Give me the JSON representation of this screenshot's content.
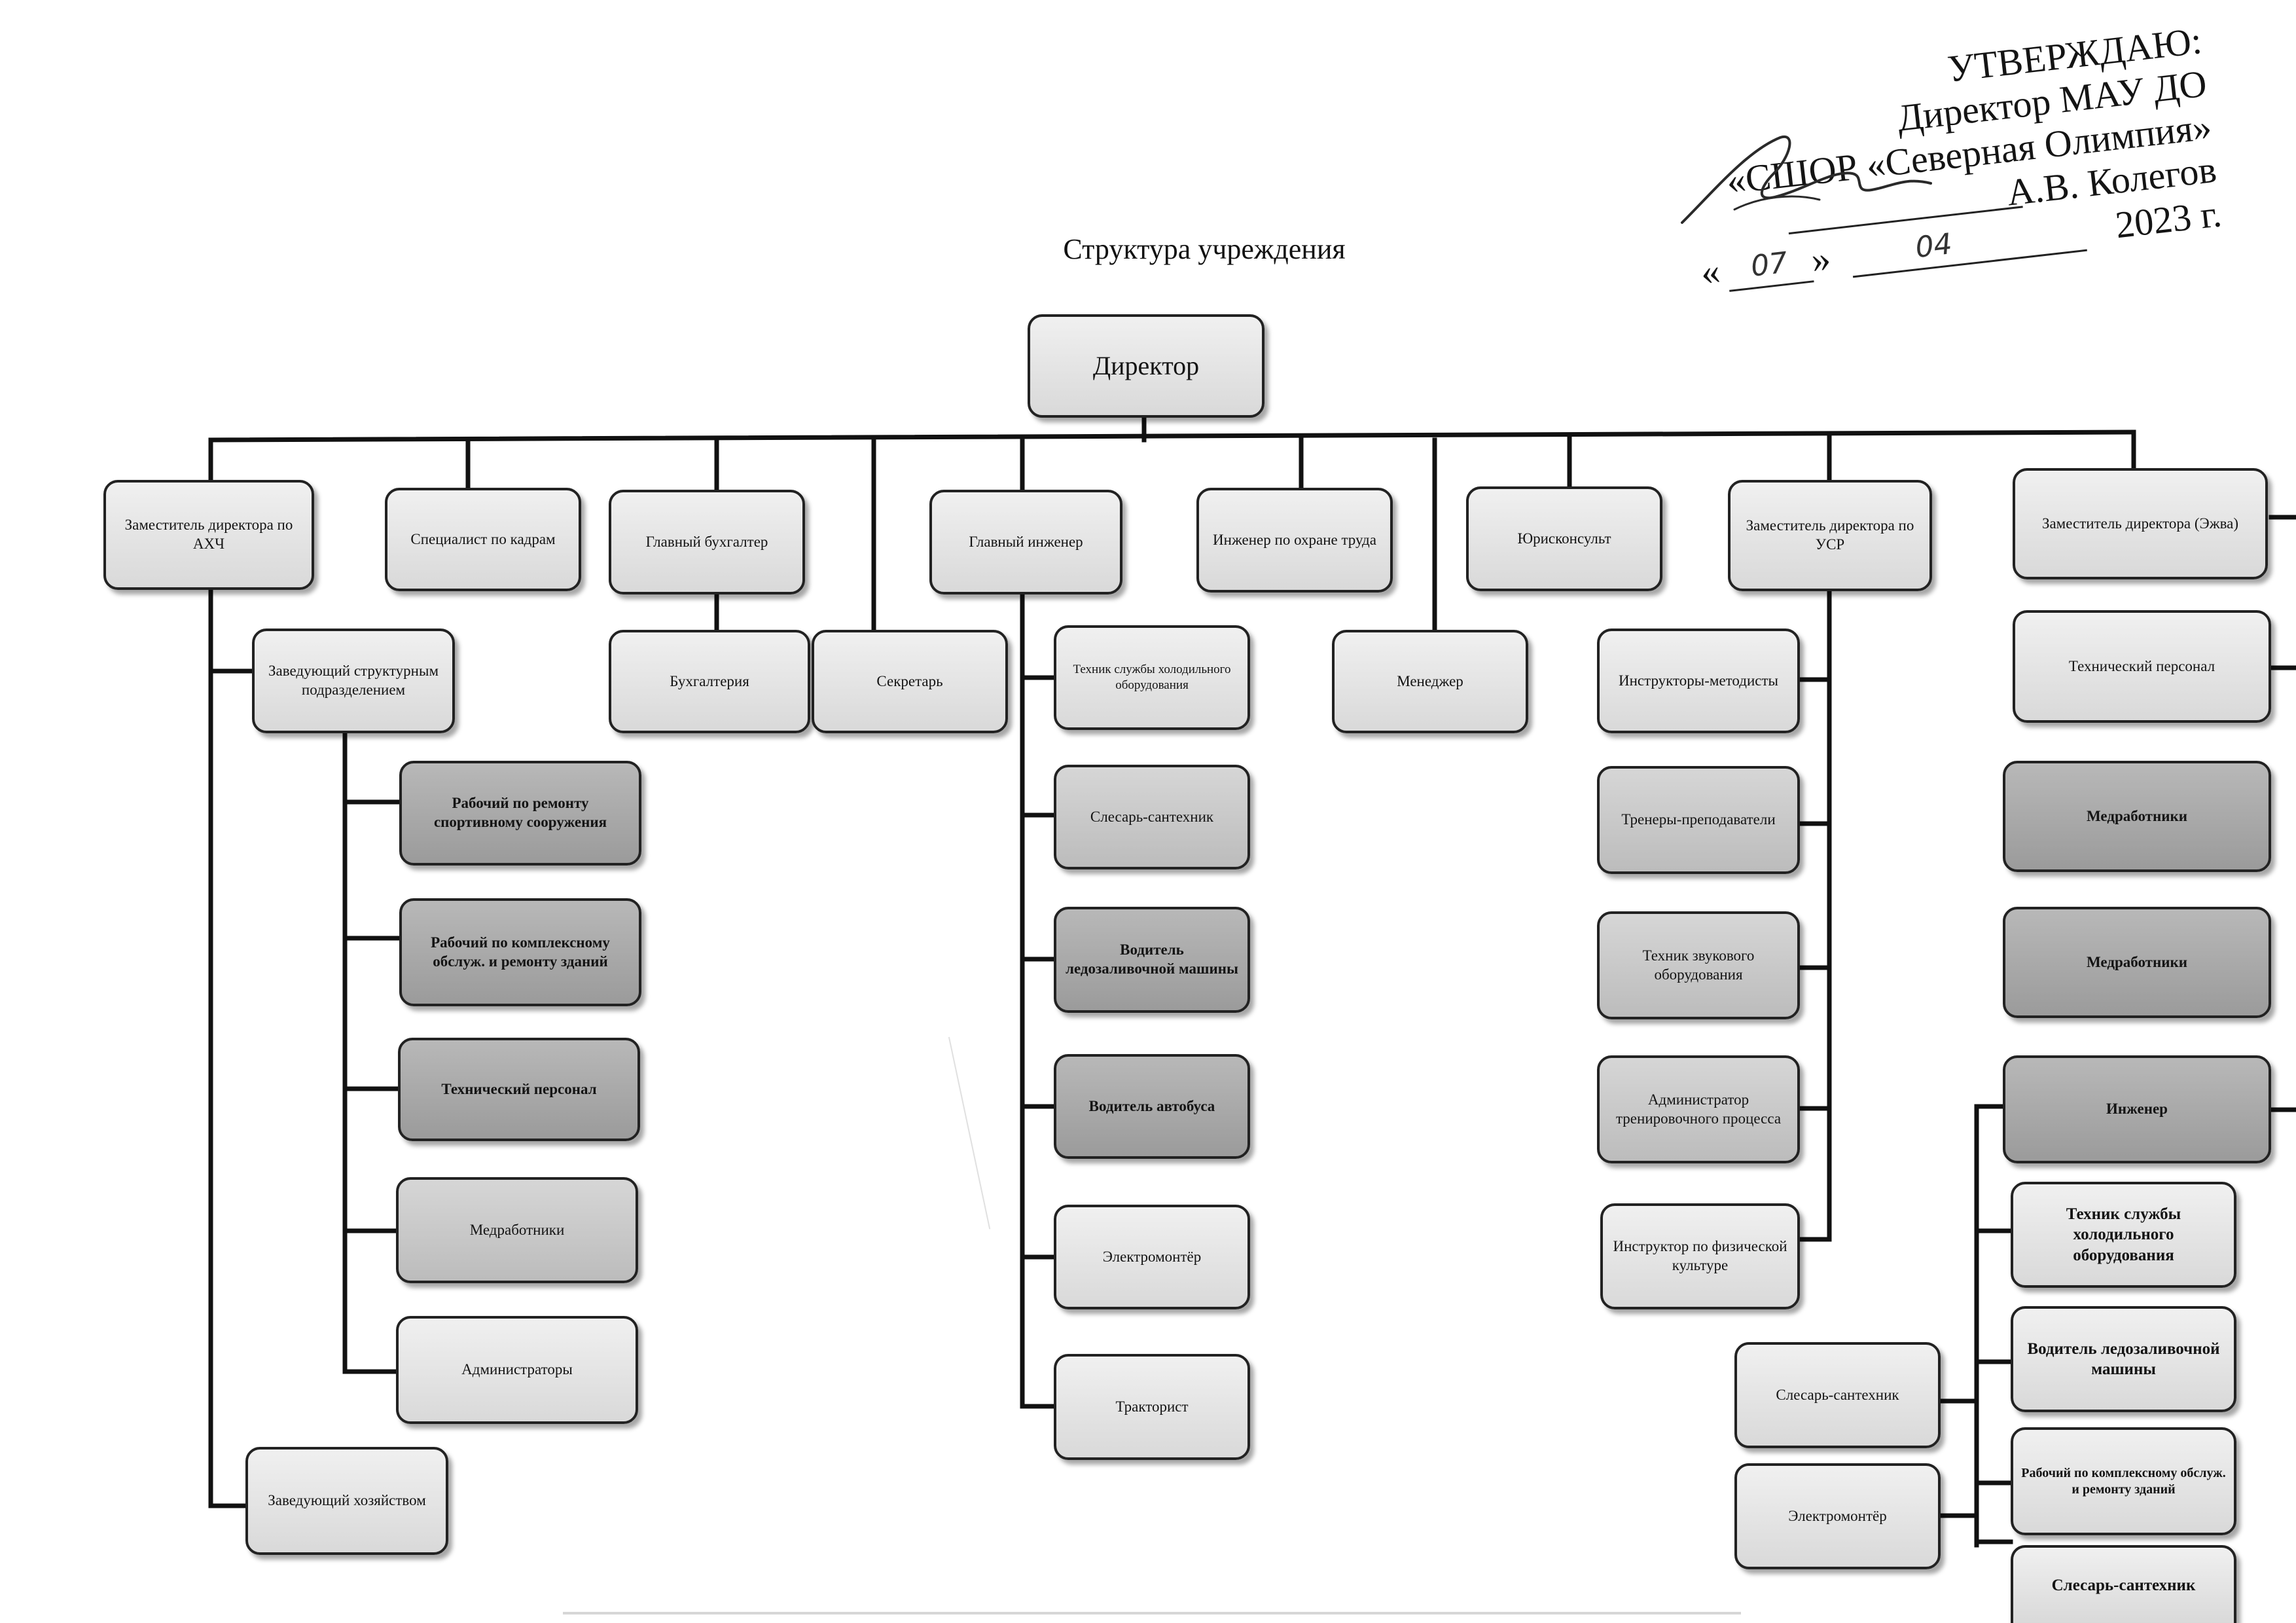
{
  "approval": {
    "title": "УТВЕРЖДАЮ:",
    "position": "Директор МАУ ДО",
    "organization": "«СШОР «Северная Олимпия»",
    "signer": "А.В. Колегов",
    "date_open_quote": "«",
    "date_day": "07",
    "date_close_quote": "»",
    "date_month": "04",
    "date_year": "2023 г."
  },
  "document": {
    "title": "Структура учреждения"
  },
  "chart": {
    "director": "Директор",
    "deputy_ahch": "Заместитель директора по АХЧ",
    "hr_specialist": "Специалист по кадрам",
    "chief_accountant": "Главный бухгалтер",
    "chief_engineer": "Главный инженер",
    "labor_safety_engineer": "Инженер по охране труда",
    "legal_adviser": "Юрисконсульт",
    "deputy_usr": "Заместитель директора по УСР",
    "deputy_ezhva": "Заместитель директора (Эжва)",
    "head_structural_unit": "Заведующий структурным подразделением",
    "accounting": "Бухгалтерия",
    "secretary": "Секретарь",
    "refrigeration_technician_small": "Техник службы холодильного оборудования",
    "manager": "Менеджер",
    "instructors_methodists": "Инструкторы-методисты",
    "technical_staff_ezhva": "Технический персонал",
    "facility_repair_worker": "Рабочий по ремонту спортивному сооружения",
    "plumber": "Слесарь-сантехник",
    "coaches": "Тренеры-преподаватели",
    "medical_workers_1": "Медработники",
    "complex_repair_worker": "Рабочий по комплексному обслуж. и ремонту зданий",
    "ice_resurfacer_driver": "Водитель ледозаливочной машины",
    "sound_technician": "Техник звукового оборудования",
    "medical_workers_2": "Медработники",
    "technical_staff": "Технический персонал",
    "bus_driver": "Водитель автобуса",
    "training_administrator": "Администратор тренировочного процесса",
    "engineer": "Инженер",
    "medical_workers_3": "Медработники",
    "electrician": "Электромонтёр",
    "pe_instructor": "Инструктор по физической культуре",
    "refrigeration_technician_ezhva": "Техник службы холодильного оборудования",
    "administrators": "Администраторы",
    "tractor_driver": "Тракторист",
    "ice_resurfacer_driver_ezhva": "Водитель ледозаливочной машины",
    "plumber_ezhva": "Слесарь-сантехник",
    "complex_repair_worker_ezhva": "Рабочий по комплексному обслуж. и ремонту зданий",
    "electrician_ezhva": "Электромонтёр",
    "plumber_ezhva_2": "Слесарь-сантехник",
    "head_of_household": "Заведующий хозяйством"
  }
}
